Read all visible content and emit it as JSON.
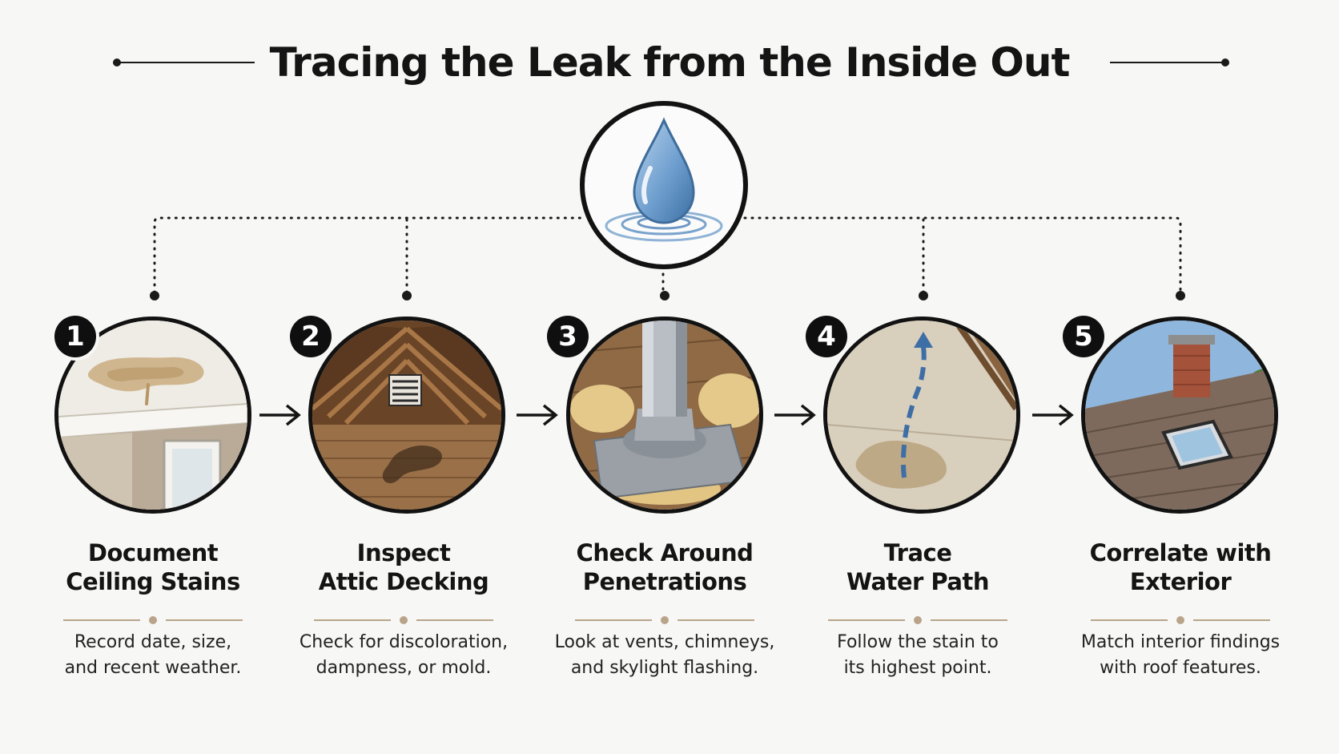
{
  "title": "Tracing the Leak from the Inside Out",
  "hub": {
    "icon": "water-drop-icon"
  },
  "steps": [
    {
      "number": "1",
      "title_lines": [
        "Document",
        "Ceiling Stains"
      ],
      "desc_lines": [
        "Record date, size,",
        "and recent weather."
      ],
      "image": "ceiling-stain-image"
    },
    {
      "number": "2",
      "title_lines": [
        "Inspect",
        "Attic Decking"
      ],
      "desc_lines": [
        "Check for discoloration,",
        "dampness, or mold."
      ],
      "image": "attic-interior-image"
    },
    {
      "number": "3",
      "title_lines": [
        "Check Around",
        "Penetrations"
      ],
      "desc_lines": [
        "Look at vents, chimneys,",
        "and skylight flashing."
      ],
      "image": "vent-pipe-flashing-image"
    },
    {
      "number": "4",
      "title_lines": [
        "Trace",
        "Water Path"
      ],
      "desc_lines": [
        "Follow the stain to",
        "its highest point."
      ],
      "image": "water-path-image"
    },
    {
      "number": "5",
      "title_lines": [
        "Correlate with",
        "Exterior"
      ],
      "desc_lines": [
        "Match interior findings",
        "with roof features."
      ],
      "image": "roof-exterior-image"
    }
  ],
  "colors": {
    "ink": "#121212",
    "accent_tan": "#b9a48a",
    "water_blue": "#4f84b8",
    "background": "#f7f7f5"
  }
}
